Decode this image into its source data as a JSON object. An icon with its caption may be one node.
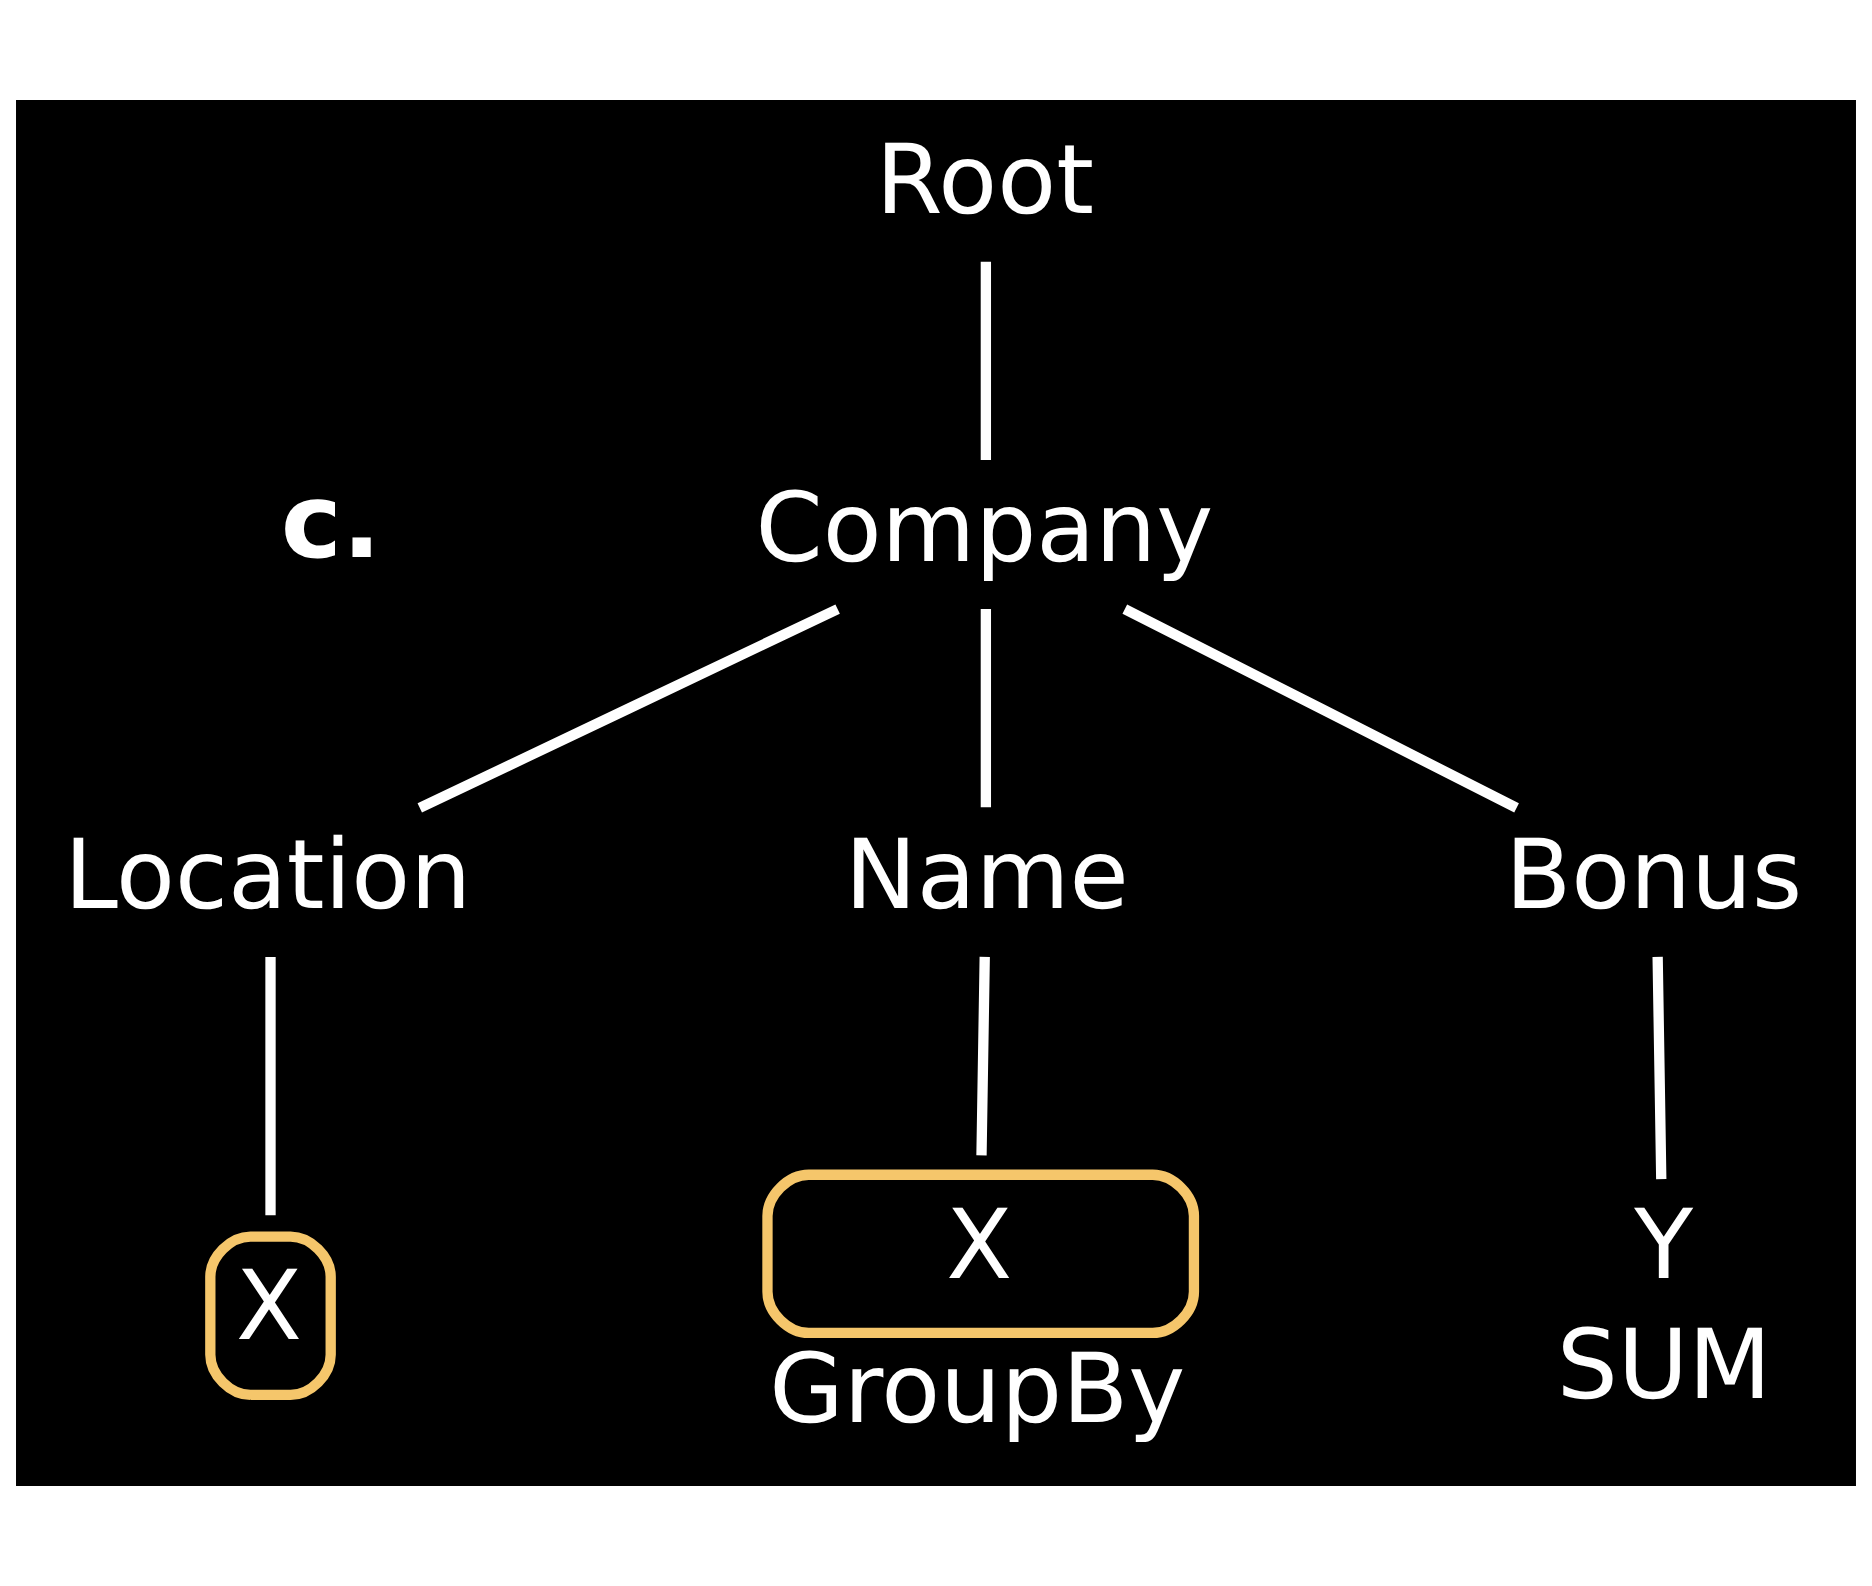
{
  "diagram": {
    "nodes": [
      {
        "text": [
          "Root"
        ]
      },
      {
        "text": [
          "Company"
        ]
      },
      {
        "text": [
          "Location"
        ]
      },
      {
        "text": [
          "Name"
        ]
      },
      {
        "text": [
          "Bonus"
        ]
      },
      {
        "text": [
          "X"
        ]
      },
      {
        "text": [
          "X"
        ],
        "beside": [
          "GroupBy"
        ]
      },
      {
        "text": [
          "Y"
        ],
        "beside": [
          "SUM"
        ]
      }
    ],
    "edges": [
      {
        "from": 0,
        "to": 1,
        "arrow": "none"
      },
      {
        "from": 1,
        "to": 2,
        "arrow": "none"
      },
      {
        "from": 1,
        "to": 3,
        "arrow": "none"
      },
      {
        "from": 1,
        "to": 4,
        "arrow": "none"
      },
      {
        "from": 2,
        "to": 5,
        "arrow": "none"
      },
      {
        "from": 3,
        "to": 6,
        "arrow": "none"
      },
      {
        "from": 4,
        "to": 7,
        "arrow": "none"
      }
    ],
    "labels": [
      "c."
    ]
  }
}
